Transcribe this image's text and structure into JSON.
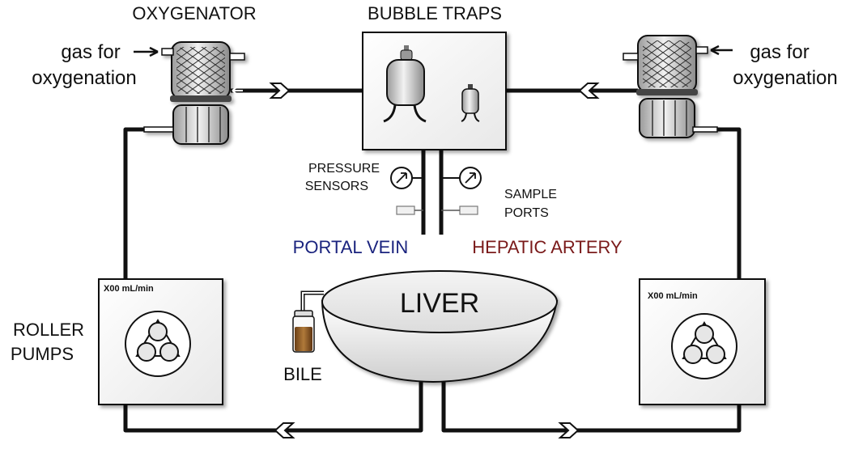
{
  "labels": {
    "oxygenator": "OXYGENATOR",
    "bubble_traps": "BUBBLE TRAPS",
    "gas_left_line1": "gas for",
    "gas_left_line2": "oxygenation",
    "gas_right_line1": "gas for",
    "gas_right_line2": "oxygenation",
    "pressure_line1": "PRESSURE",
    "pressure_line2": "SENSORS",
    "sample_line1": "SAMPLE",
    "sample_line2": "PORTS",
    "portal_vein": "PORTAL VEIN",
    "hepatic_artery": "HEPATIC ARTERY",
    "liver": "LIVER",
    "bile": "BILE",
    "roller_line1": "ROLLER",
    "roller_line2": "PUMPS",
    "pump_left_rate": "X00 mL/min",
    "pump_right_rate": "X00 mL/min"
  },
  "colors": {
    "portal_vein": "#1a237e",
    "hepatic_artery": "#7a1a1a",
    "bile": "#8b5a2b",
    "line": "#111111",
    "box_fill": "#f5f5f5",
    "device_fill": "#d9d9d9"
  },
  "icons": [
    "gauge-icon",
    "sample-port-icon",
    "flow-arrow-icon",
    "roller-rotor-icon",
    "coil-icon"
  ]
}
